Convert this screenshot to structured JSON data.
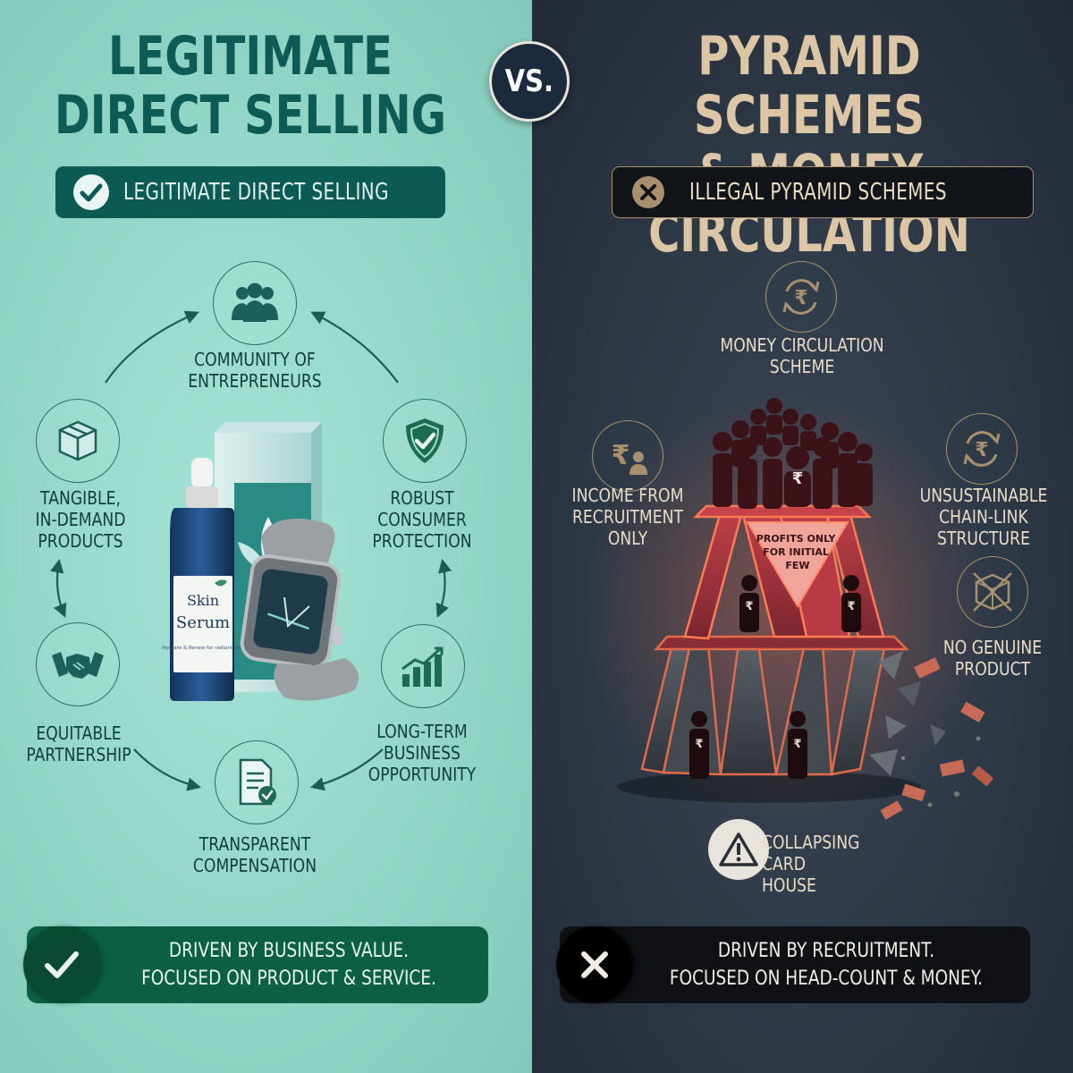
{
  "left": {
    "title_line1": "LEGITIMATE",
    "title_line2": "DIRECT SELLING",
    "badge_label": "LEGITIMATE DIRECT SELLING",
    "items": [
      {
        "label": "COMMUNITY OF\nENTREPRENEURS",
        "icon": "people-group-icon"
      },
      {
        "label": "ROBUST\nCONSUMER\nPROTECTION",
        "icon": "shield-check-icon"
      },
      {
        "label": "LONG-TERM\nBUSINESS\nOPPORTUNITY",
        "icon": "growth-chart-icon"
      },
      {
        "label": "TRANSPARENT\nCOMPENSATION",
        "icon": "document-check-icon"
      },
      {
        "label": "EQUITABLE\nPARTNERSHIP",
        "icon": "handshake-icon"
      },
      {
        "label": "TANGIBLE,\nIN-DEMAND\nPRODUCTS",
        "icon": "package-box-icon"
      }
    ],
    "product_serum_line1": "Skin",
    "product_serum_line2": "Serum",
    "product_serum_small": "Hydrate & Renew for radiant skin",
    "footer_line1": "DRIVEN BY BUSINESS VALUE.",
    "footer_line2": "FOCUSED ON PRODUCT & SERVICE.",
    "accent": "#0c5a54"
  },
  "vs_label": "VS.",
  "right": {
    "title_line1": "PYRAMID SCHEMES",
    "title_line2": "& MONEY CIRCULATION",
    "badge_label": "ILLEGAL PYRAMID SCHEMES",
    "items": [
      {
        "label": "MONEY CIRCULATION\nSCHEME",
        "icon": "rupee-cycle-icon"
      },
      {
        "label": "INCOME FROM\nRECRUITMENT\nONLY",
        "icon": "rupee-person-icon"
      },
      {
        "label": "UNSUSTAINABLE\nCHAIN-LINK\nSTRUCTURE",
        "icon": "rupee-cycle-icon"
      },
      {
        "label": "NO GENUINE\nPRODUCT",
        "icon": "crossed-box-icon"
      },
      {
        "label": "COLLAPSING\nCARD HOUSE",
        "icon": "warning-icon"
      }
    ],
    "card_note": "PROFITS ONLY\nFOR INITIAL\nFEW",
    "footer_line1": "DRIVEN BY RECRUITMENT.",
    "footer_line2": "FOCUSED ON HEAD-COUNT & MONEY.",
    "accent": "#a8906e"
  }
}
